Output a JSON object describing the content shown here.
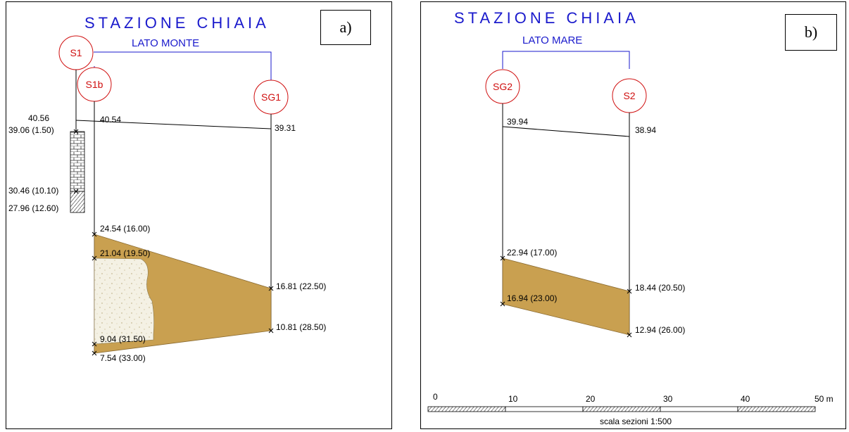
{
  "panel_a": {
    "label": "a)",
    "title": "STAZIONE CHIAIA",
    "subtitle": "LATO MONTE",
    "boreholes": {
      "s1": "S1",
      "s1b": "S1b",
      "sg1": "SG1"
    },
    "elevations": {
      "s1_top": "40.56",
      "s1b_top": "40.54",
      "sg1_top": "39.31",
      "s1_wall_top": "39.06 (1.50)",
      "s1_wall_bottom": "30.46 (10.10)",
      "s1_end": "27.96 (12.60)",
      "s1b_layer_top": "24.54 (16.00)",
      "s1b_tuff_top": "21.04 (19.50)",
      "s1b_tuff_bottom": "9.04 (31.50)",
      "s1b_end": "7.54 (33.00)",
      "sg1_layer_top": "16.81 (22.50)",
      "sg1_layer_bottom": "10.81 (28.50)"
    }
  },
  "panel_b": {
    "label": "b)",
    "title": "STAZIONE CHIAIA",
    "subtitle": "LATO MARE",
    "boreholes": {
      "sg2": "SG2",
      "s2": "S2"
    },
    "elevations": {
      "sg2_top": "39.94",
      "s2_top": "38.94",
      "sg2_layer_top": "22.94  (17.00)",
      "sg2_layer_bottom": "16.94  (23.00)",
      "s2_layer_top": "18.44  (20.50)",
      "s2_layer_bottom": "12.94  (26.00)"
    },
    "scale_bar": {
      "ticks": [
        "0",
        "10",
        "20",
        "30",
        "40",
        "50 m"
      ],
      "caption": "scala sezioni 1:500"
    }
  },
  "colors": {
    "layer_fill": "#c9a050",
    "tuff_fill": "#f4f1e4",
    "title_blue": "#1a1acc",
    "borehole_red": "#d01010"
  }
}
